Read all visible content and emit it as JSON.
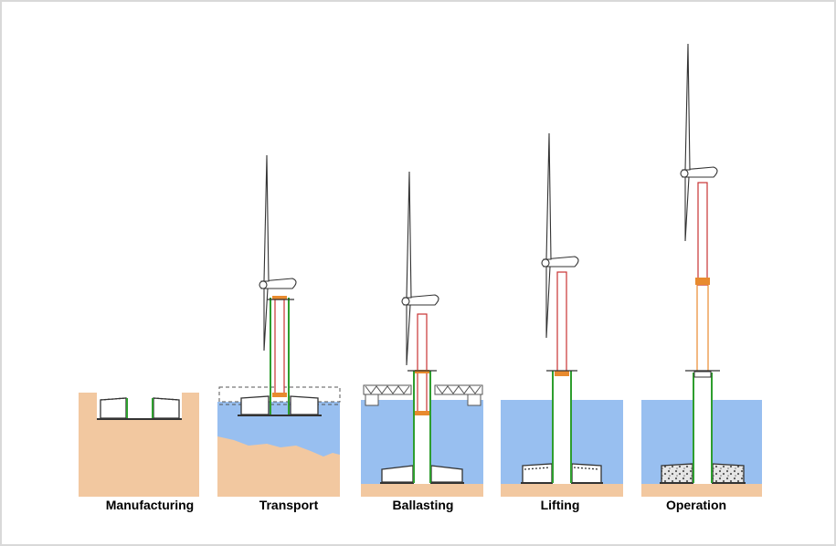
{
  "stages": [
    {
      "id": "manufacturing",
      "label": "Manufacturing"
    },
    {
      "id": "transport",
      "label": "Transport"
    },
    {
      "id": "ballasting",
      "label": "Ballasting"
    },
    {
      "id": "lifting",
      "label": "Lifting"
    },
    {
      "id": "operation",
      "label": "Operation"
    }
  ],
  "colors": {
    "sand": "#f2c8a0",
    "water": "#98bff0",
    "green_tube": "#2e9e2e",
    "red_tube": "#c83232",
    "orange_joint": "#e88a2e",
    "outline": "#333333"
  }
}
